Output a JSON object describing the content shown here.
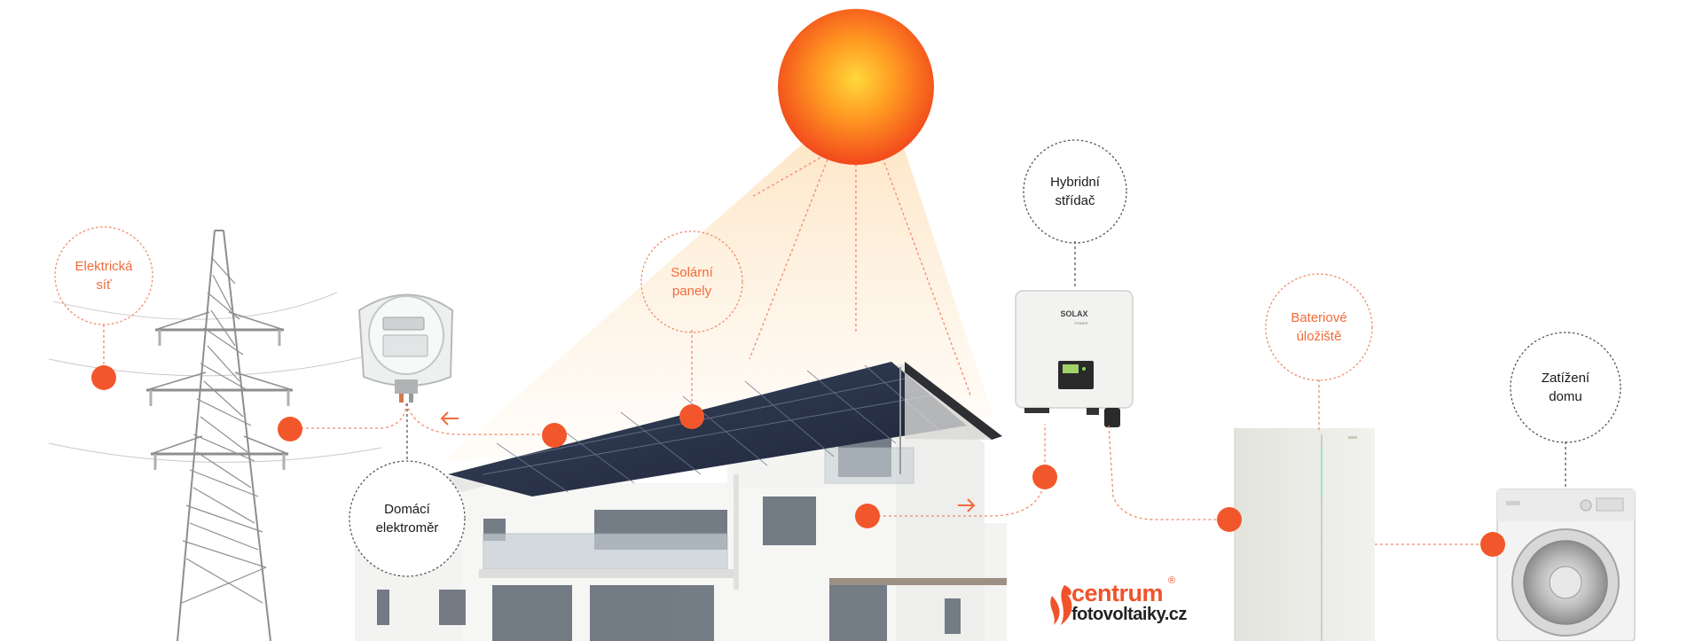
{
  "colors": {
    "accent": "#f26b3a",
    "sun_center": "#ffd83a",
    "sun_edge": "#f24a1c",
    "line_dotted": "#f28a68",
    "circle_black": "#555555"
  },
  "labels": {
    "electric_grid": "Elektrická\nsíť",
    "solar_panels": "Solární\npanely",
    "hybrid_inverter": "Hybridní\nstřídač",
    "battery_storage": "Bateriové\núložiště",
    "house_load": "Zatížení\ndomu",
    "home_meter": "Domácí\nelektroměr"
  },
  "inverter": {
    "brand": "SOLAX",
    "sub": "POWER"
  },
  "logo": {
    "line1": "centrum",
    "line2": "fotovoltaiky.cz",
    "mark": "®"
  },
  "icons": [
    "sun-icon",
    "power-pylon-icon",
    "electric-meter-icon",
    "house-icon",
    "inverter-icon",
    "battery-icon",
    "washing-machine-icon",
    "arrow-left-icon",
    "arrow-right-icon",
    "flame-logo-icon"
  ]
}
